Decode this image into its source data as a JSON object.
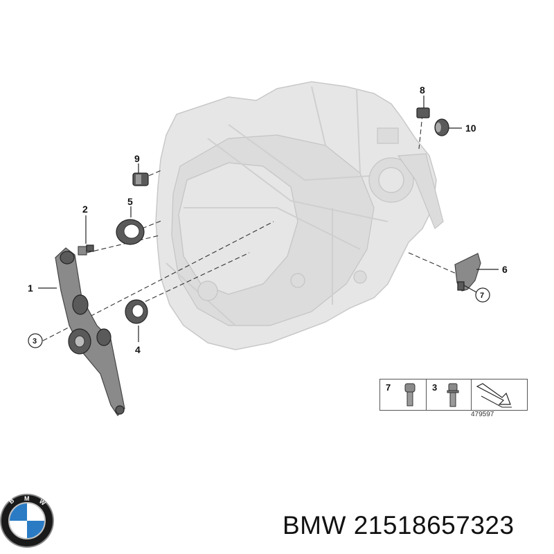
{
  "callouts": {
    "n1": "1",
    "n2": "2",
    "n3": "3",
    "n4": "4",
    "n5": "5",
    "n6": "6",
    "n7": "7",
    "n8": "8",
    "n9": "9",
    "n10": "10"
  },
  "legend": {
    "item_a": "7",
    "item_b": "3",
    "ref_code": "479597"
  },
  "brand": {
    "logo_text": "BMW",
    "part_label": "BMW 21518657323"
  },
  "colors": {
    "housing": "#e6e6e6",
    "part": "#8a8a8a",
    "logo_blue": "#2a7bc4",
    "logo_ring": "#1a1a1a"
  }
}
